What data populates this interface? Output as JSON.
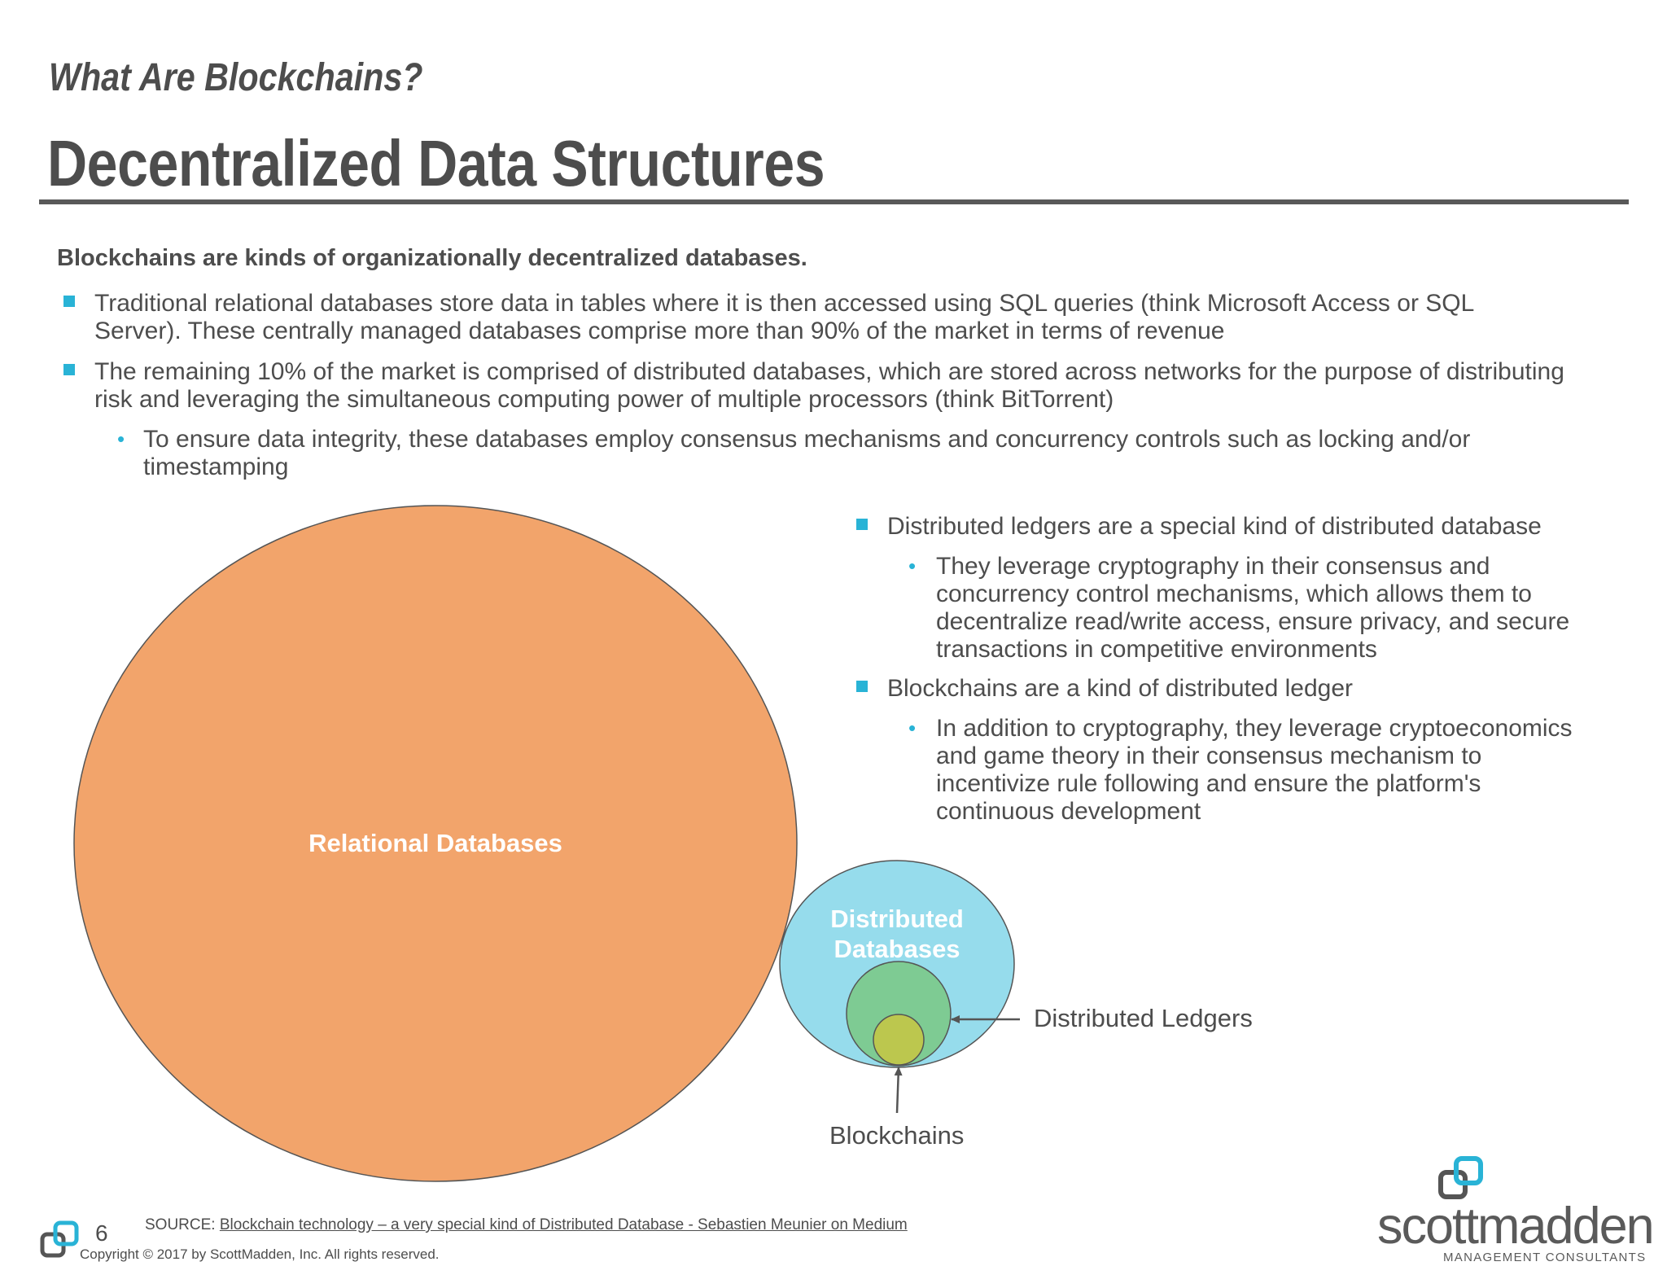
{
  "header": {
    "subtitle": "What Are Blockchains?",
    "title": "Decentralized Data Structures"
  },
  "intro": {
    "lead": "Blockchains are kinds of organizationally decentralized databases.",
    "bullets": [
      {
        "lines": [
          "Traditional relational databases store data in tables where it is then accessed using SQL queries (think Microsoft Access or SQL",
          "Server). These centrally managed databases comprise more than 90% of the market in terms of revenue"
        ]
      },
      {
        "lines": [
          "The remaining 10% of the market is comprised of distributed databases, which are stored across networks for the purpose of distributing",
          "risk and leveraging the simultaneous computing power of multiple processors (think BitTorrent)"
        ]
      }
    ],
    "subbullet": {
      "lines": [
        "To ensure data integrity, these databases employ consensus mechanisms and concurrency controls such as locking and/or",
        "timestamping"
      ]
    }
  },
  "right_panel": {
    "bullets": [
      {
        "text": "Distributed ledgers are a special kind of distributed database",
        "sub_lines": [
          "They leverage cryptography in their consensus and",
          "concurrency control mechanisms, which allows them to",
          "decentralize read/write access, ensure privacy, and secure",
          "transactions in competitive environments"
        ]
      },
      {
        "text": "Blockchains are a kind of distributed ledger",
        "sub_lines": [
          "In addition to cryptography, they leverage cryptoeconomics",
          "and game theory in their consensus mechanism to",
          "incentivize rule following and ensure the platform's",
          "continuous development"
        ]
      }
    ]
  },
  "diagram": {
    "relational_label": "Relational Databases",
    "distributed_label_lines": [
      "Distributed",
      "Databases"
    ],
    "ledgers_label": "Distributed Ledgers",
    "blockchains_label": "Blockchains",
    "colors": {
      "relational": "#f2a46b",
      "distributed": "#96dcec",
      "ledgers": "#7ecb93",
      "blockchains": "#bcc74e",
      "accent": "#29b3d6"
    }
  },
  "footer": {
    "page_number": "6",
    "source_prefix": "SOURCE: ",
    "source_link": "Blockchain technology – a very special kind of Distributed Database - Sebastien Meunier on Medium",
    "copyright": "Copyright © 2017 by ScottMadden, Inc. All rights reserved.",
    "brand": "scottmadden",
    "tagline": "MANAGEMENT CONSULTANTS"
  }
}
